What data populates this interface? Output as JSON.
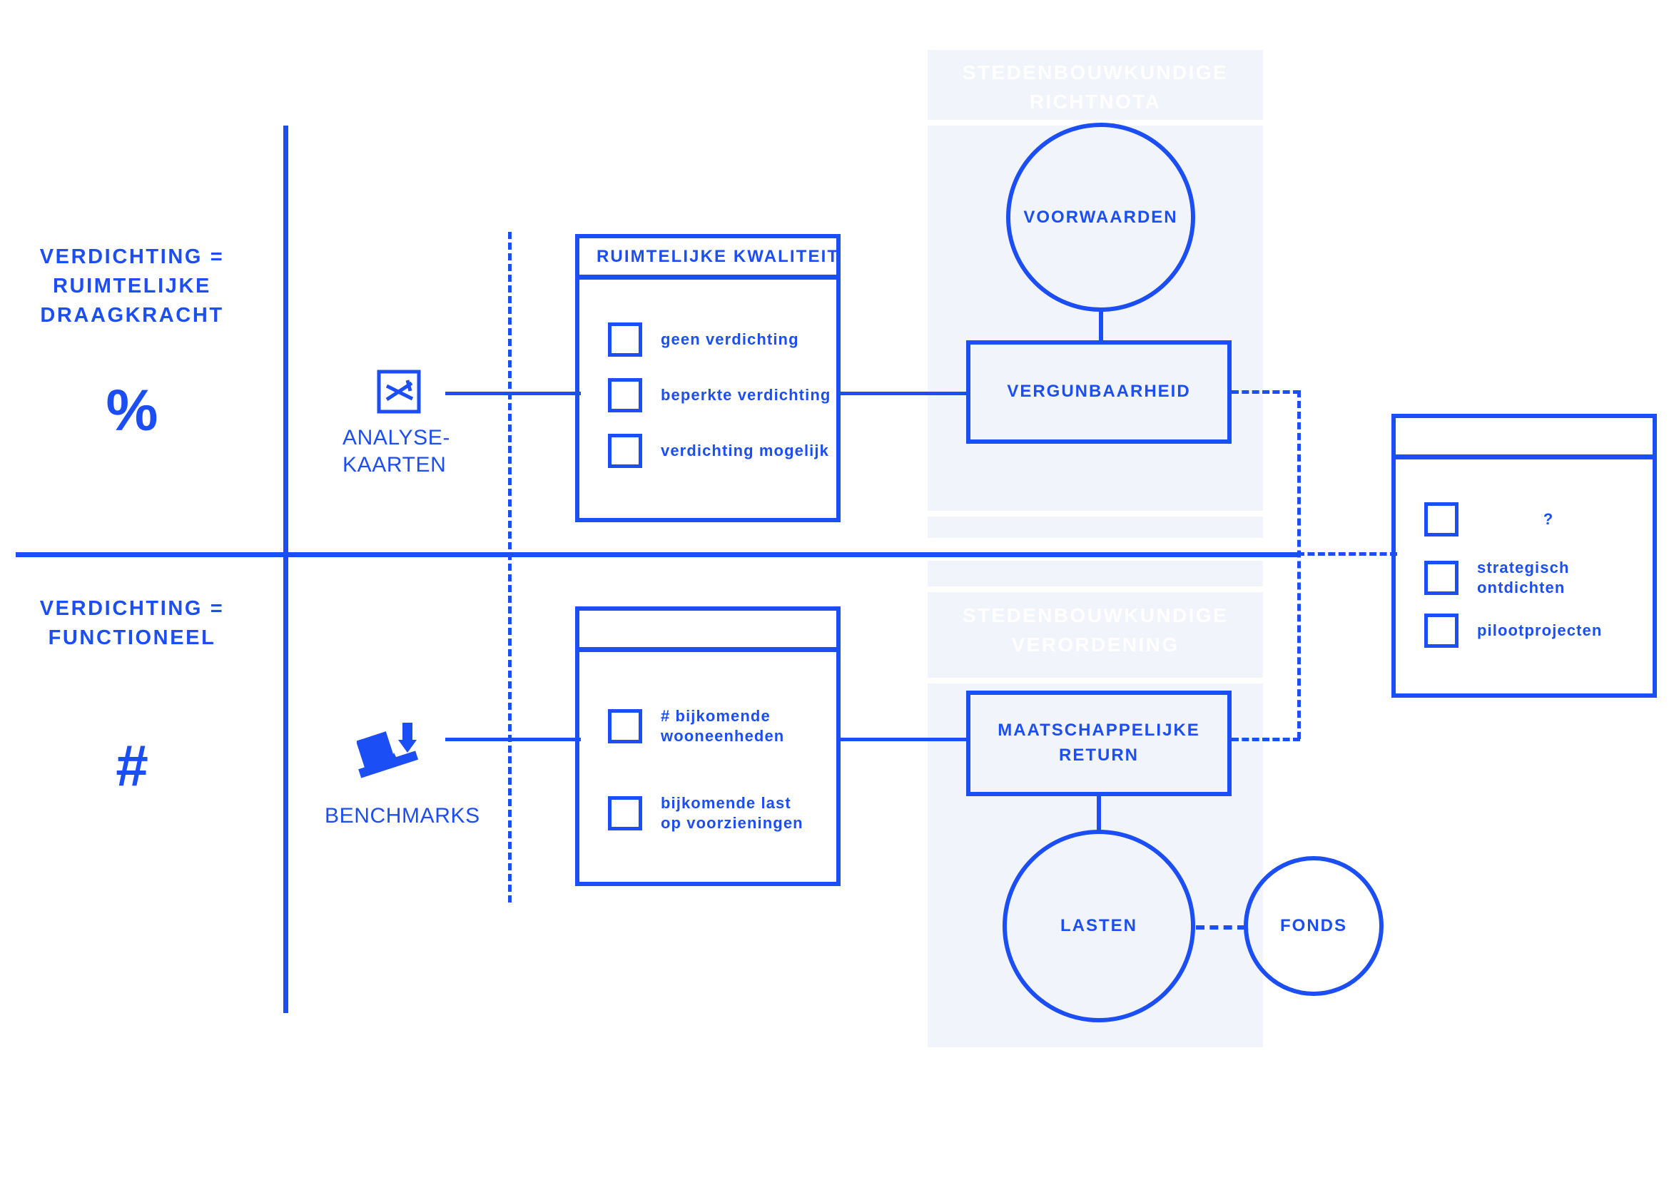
{
  "theme": {
    "accent": "#1c4ef5",
    "band_bg": "#f2f4fc",
    "page_bg": "#ffffff",
    "ghost_text": "#ffffff"
  },
  "left_axis": {
    "top": {
      "title": "VERDICHTING =\nRUIMTELIJKE\nDRAAGKRACHT",
      "symbol": "%"
    },
    "bottom": {
      "title": "VERDICHTING =\nFUNCTIONEEL",
      "symbol": "#"
    }
  },
  "sources": [
    {
      "icon": "map-analysis-icon",
      "label": "ANALYSE-\nKAARTEN"
    },
    {
      "icon": "seesaw-balance-icon",
      "label": "BENCHMARKS"
    }
  ],
  "panels": {
    "spatial_quality": {
      "header": "RUIMTELIJKE KWALITEIT",
      "items": [
        {
          "label": "geen verdichting"
        },
        {
          "label": "beperkte verdichting"
        },
        {
          "label": "verdichting mogelijk"
        }
      ]
    },
    "functional": {
      "header": "",
      "items": [
        {
          "label": "# bijkomende\nwooneenheden"
        },
        {
          "label": "bijkomende last\nop voorzieningen"
        }
      ]
    },
    "outcomes": {
      "header": "",
      "items": [
        {
          "label": "?"
        },
        {
          "label": "strategisch ontdichten"
        },
        {
          "label": "pilootprojecten"
        }
      ]
    }
  },
  "bands": [
    {
      "title": "STEDENBOUWKUNDIGE\nRICHTNOTA"
    },
    {
      "title": "STEDENBOUWKUNDIGE\nVERORDENING"
    }
  ],
  "nodes": {
    "voorwaarden": "VOORWAARDEN",
    "vergunbaarheid": "VERGUNBAARHEID",
    "maatschappelijke_return": "MAATSCHAPPELIJKE\nRETURN",
    "lasten": "LASTEN",
    "fonds": "FONDS"
  }
}
